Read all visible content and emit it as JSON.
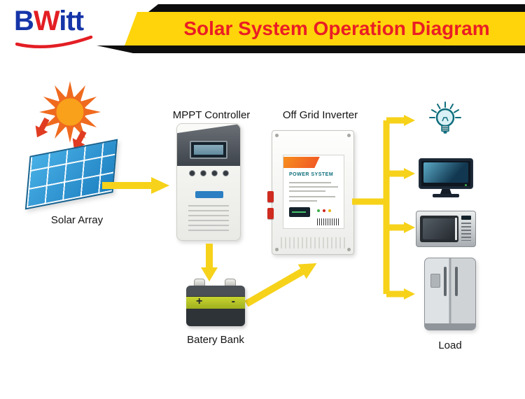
{
  "header": {
    "logo": {
      "b": "B",
      "w": "W",
      "itt": "itt"
    },
    "title": "Solar System Operation Diagram"
  },
  "labels": {
    "solar_array": "Solar Array",
    "mppt_controller": "MPPT Controller",
    "off_grid_inverter": "Off Grid Inverter",
    "battery_bank": "Batery Bank",
    "load": "Load"
  },
  "devices": {
    "inverter": {
      "panel_title": "POWER SYSTEM"
    },
    "battery": {
      "plus_terminal": "+",
      "minus_terminal": "-"
    }
  },
  "icons": {
    "sun": "sun-icon",
    "sunlight": "sunlight-arrow-icon",
    "solar_panel": "solar-panel-icon",
    "flow_arrow": "flow-arrow",
    "bulb": "bulb-icon",
    "tv": "tv-icon",
    "microwave": "microwave-icon",
    "fridge": "fridge-icon"
  },
  "colors": {
    "banner_yellow": "#FFD40A",
    "title_red": "#EA1D25",
    "stripe_black": "#0D0D0D",
    "arrow_yellow": "#F6D21A",
    "logo_blue": "#1535A8",
    "logo_red": "#E31E24",
    "panel_blue": "#2F9AD6",
    "sun_orange": "#F9A11B",
    "sunlight_red": "#E03C22"
  }
}
